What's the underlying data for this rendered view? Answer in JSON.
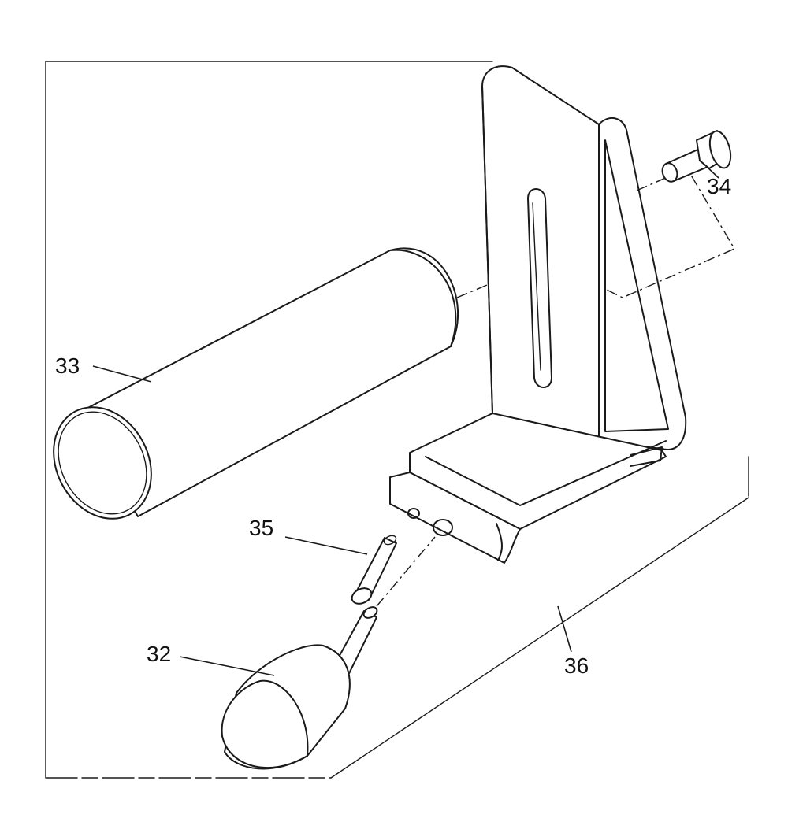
{
  "labels": {
    "p32": "32",
    "p33": "33",
    "p34": "34",
    "p35": "35",
    "p36": "36"
  },
  "colors": {
    "line": "#1a1a1a",
    "background": "#ffffff"
  }
}
